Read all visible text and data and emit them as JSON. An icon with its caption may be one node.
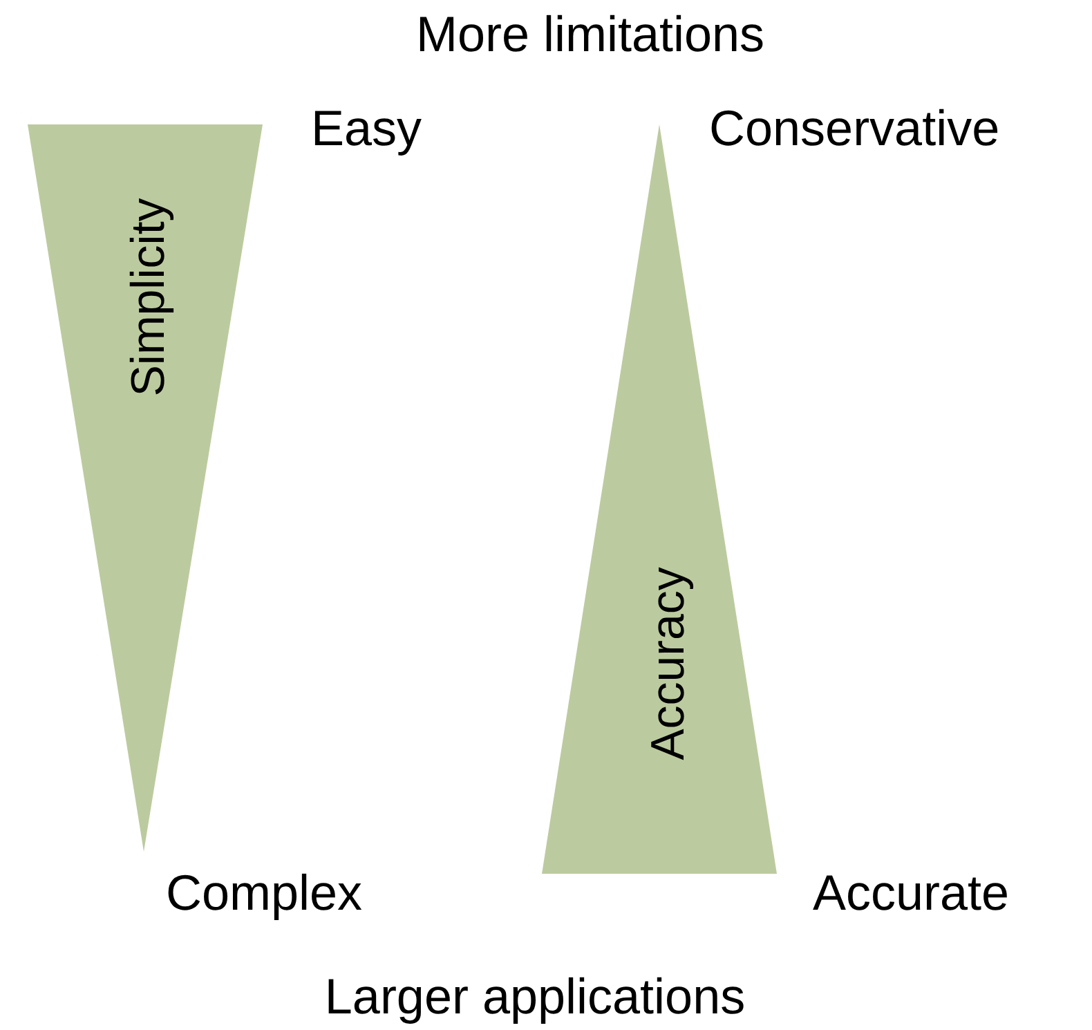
{
  "diagram": {
    "nodes": [
      {
        "text": [
          "Simplicity"
        ]
      },
      {
        "text": [
          "Accuracy"
        ]
      }
    ],
    "labels": [
      "More limitations",
      "Easy",
      "Conservative",
      "Complex",
      "Accurate",
      "Larger applications"
    ]
  }
}
